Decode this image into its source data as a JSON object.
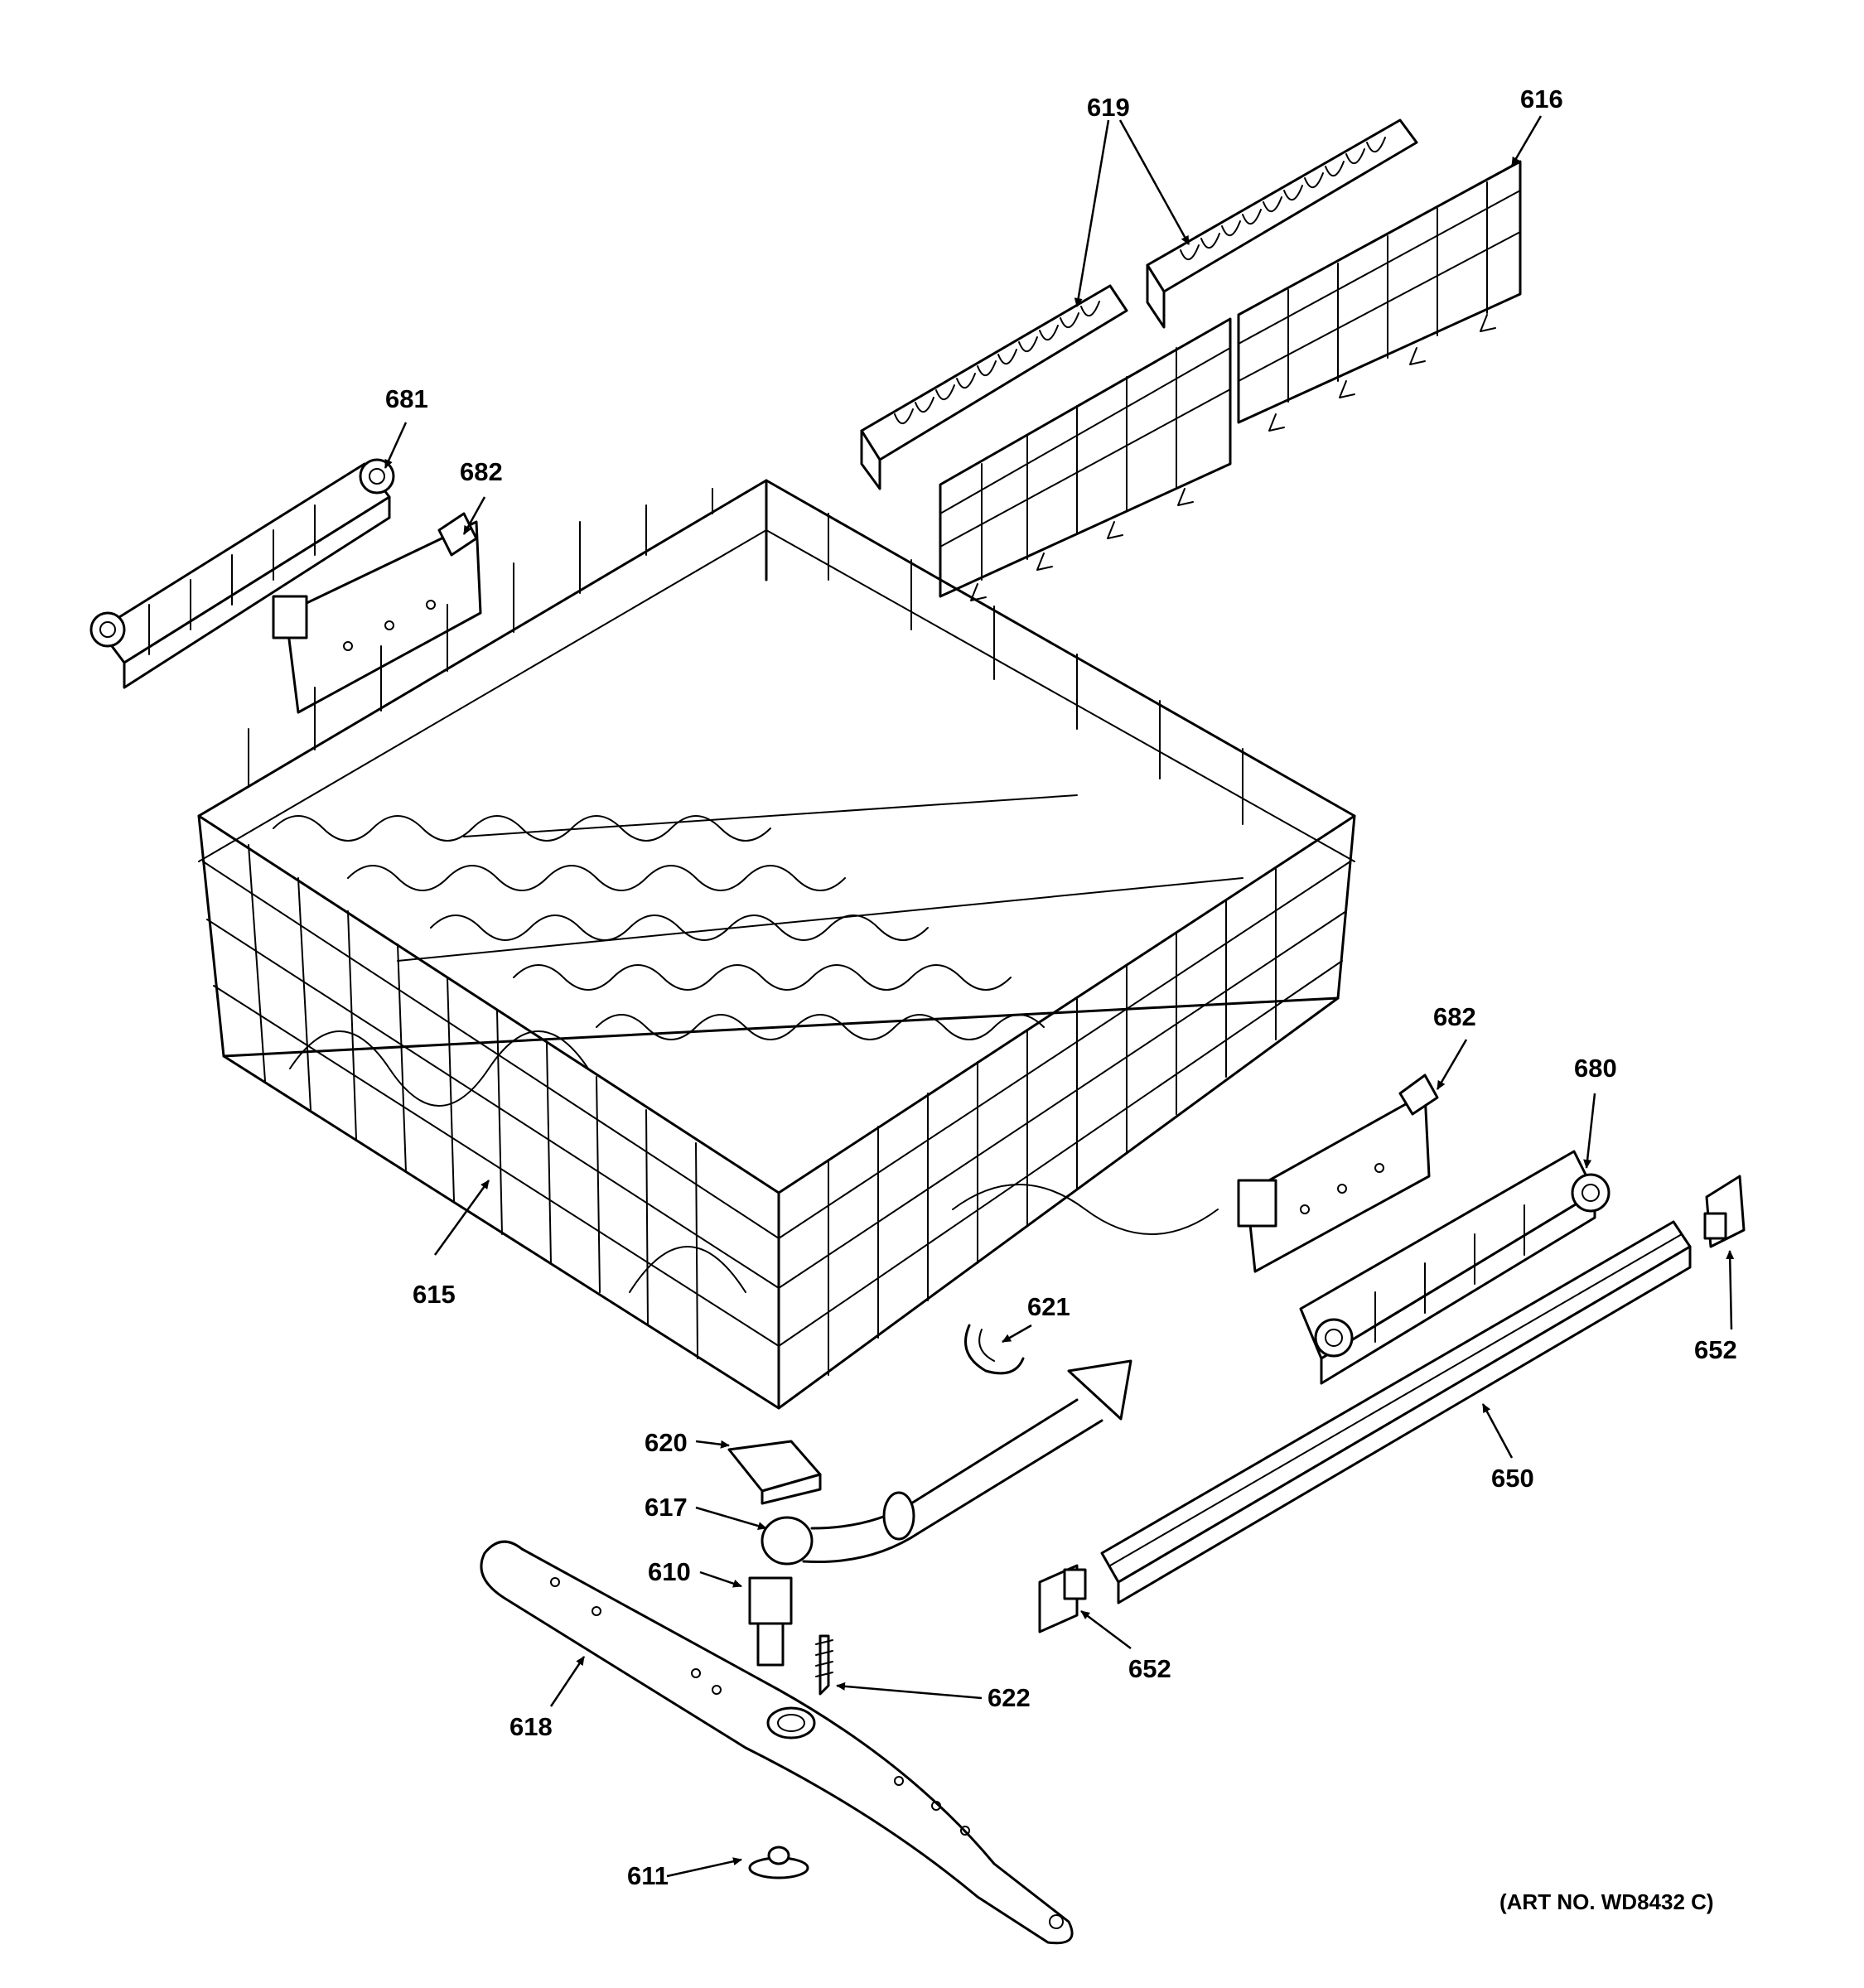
{
  "labels": {
    "p619": "619",
    "p616": "616",
    "p681": "681",
    "p682_top": "682",
    "p682_right": "682",
    "p680": "680",
    "p615": "615",
    "p621": "621",
    "p652_right": "652",
    "p620": "620",
    "p617": "617",
    "p610": "610",
    "p650": "650",
    "p652_bottom": "652",
    "p622": "622",
    "p618": "618",
    "p611": "611"
  },
  "art_number": "(ART NO. WD8432 C)"
}
